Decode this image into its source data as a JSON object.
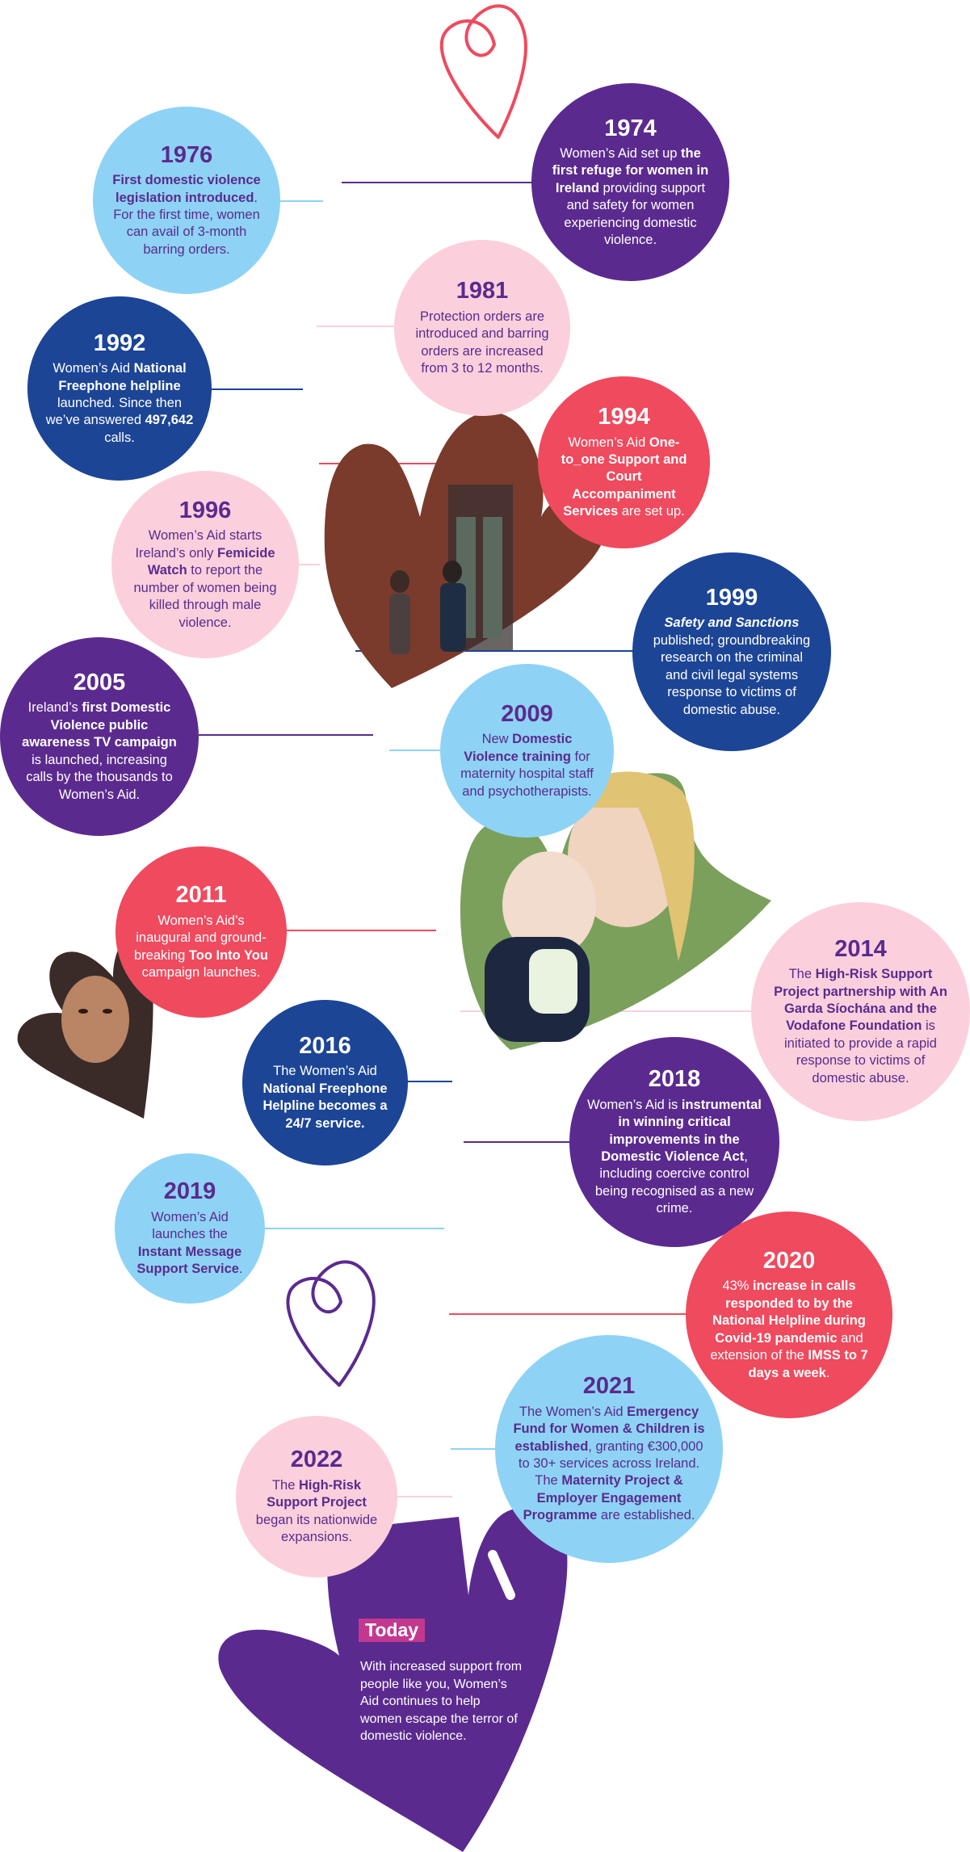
{
  "colors": {
    "purple": "#5b2a8f",
    "navy": "#1c4596",
    "red": "#ef4a5e",
    "sky": "#8ed3f5",
    "pink": "#fbd0dc",
    "magenta": "#c3388f"
  },
  "icons": [
    "heart-outline-icon-red",
    "heart-outline-icon-purple"
  ],
  "milestones": [
    {
      "year": "1974",
      "parts": [
        {
          "t": "Women’s Aid set up "
        },
        {
          "t": "the first refuge for women in Ireland",
          "b": true
        },
        {
          "t": " providing support and safety for women experiencing domestic violence."
        }
      ]
    },
    {
      "year": "1976",
      "parts": [
        {
          "t": "First domestic violence legislation introduced",
          "b": true
        },
        {
          "t": ". For the first time, women can avail of 3-month barring orders."
        }
      ]
    },
    {
      "year": "1981",
      "parts": [
        {
          "t": "Protection orders are introduced and barring orders are increased from 3 to 12 months."
        }
      ]
    },
    {
      "year": "1992",
      "parts": [
        {
          "t": "Women’s Aid "
        },
        {
          "t": "National Freephone helpline",
          "b": true
        },
        {
          "t": " launched. Since then we’ve answered "
        },
        {
          "t": "497,642",
          "b": true
        },
        {
          "t": " calls."
        }
      ]
    },
    {
      "year": "1994",
      "parts": [
        {
          "t": "Women’s Aid "
        },
        {
          "t": "One-to_one Support and Court Accompaniment Services",
          "b": true
        },
        {
          "t": " are set up."
        }
      ]
    },
    {
      "year": "1996",
      "parts": [
        {
          "t": "Women’s Aid starts Ireland’s only "
        },
        {
          "t": "Femicide Watch",
          "b": true
        },
        {
          "t": " to report the number of women being killed through male violence."
        }
      ]
    },
    {
      "year": "1999",
      "parts": [
        {
          "t": "Safety and Sanctions",
          "b": true,
          "i": true
        },
        {
          "t": " published; groundbreaking research on the criminal and civil legal systems response to victims of domestic abuse."
        }
      ]
    },
    {
      "year": "2005",
      "parts": [
        {
          "t": "Ireland’s "
        },
        {
          "t": "first Domestic Violence public awareness TV campaign",
          "b": true
        },
        {
          "t": " is launched, increasing calls by the thousands to Women’s Aid."
        }
      ]
    },
    {
      "year": "2009",
      "parts": [
        {
          "t": "New "
        },
        {
          "t": "Domestic Violence training",
          "b": true
        },
        {
          "t": " for maternity hospital staff and psychotherapists."
        }
      ]
    },
    {
      "year": "2011",
      "parts": [
        {
          "t": "Women’s Aid’s inaugural and ground-breaking "
        },
        {
          "t": "Too Into You",
          "b": true
        },
        {
          "t": " campaign launches."
        }
      ]
    },
    {
      "year": "2014",
      "parts": [
        {
          "t": "The "
        },
        {
          "t": "High-Risk Support Project partnership with An Garda Síochána and the Vodafone Foundation",
          "b": true
        },
        {
          "t": " is initiated to provide a rapid response to victims of domestic abuse."
        }
      ]
    },
    {
      "year": "2016",
      "parts": [
        {
          "t": "The Women’s Aid "
        },
        {
          "t": "National Freephone Helpline becomes a 24/7 service.",
          "b": true
        }
      ]
    },
    {
      "year": "2018",
      "parts": [
        {
          "t": "Women’s Aid is "
        },
        {
          "t": "instrumental in winning critical improvements in the Domestic Violence Act",
          "b": true
        },
        {
          "t": ", including coercive control being recognised as a new crime."
        }
      ]
    },
    {
      "year": "2019",
      "parts": [
        {
          "t": "Women’s Aid launches the "
        },
        {
          "t": "Instant Message Support Service",
          "b": true
        },
        {
          "t": "."
        }
      ]
    },
    {
      "year": "2020",
      "parts": [
        {
          "t": "43% "
        },
        {
          "t": "increase in calls responded to by the National Helpline during Covid-19 pandemic",
          "b": true
        },
        {
          "t": " and extension of the "
        },
        {
          "t": "IMSS to 7 days a week",
          "b": true
        },
        {
          "t": "."
        }
      ]
    },
    {
      "year": "2021",
      "parts": [
        {
          "t": "The Women’s Aid "
        },
        {
          "t": "Emergency Fund for Women & Children is established",
          "b": true
        },
        {
          "t": ", granting €300,000 to 30+ services across Ireland. The "
        },
        {
          "t": "Maternity Project & Employer Engagement Programme",
          "b": true
        },
        {
          "t": " are established."
        }
      ]
    },
    {
      "year": "2022",
      "parts": [
        {
          "t": "The "
        },
        {
          "t": "High-Risk Support Project",
          "b": true
        },
        {
          "t": " began its nationwide expansions."
        }
      ]
    }
  ],
  "today": {
    "label": "Today",
    "text": "With increased support from people like you, Women’s Aid continues to help women escape the terror of domestic violence."
  }
}
